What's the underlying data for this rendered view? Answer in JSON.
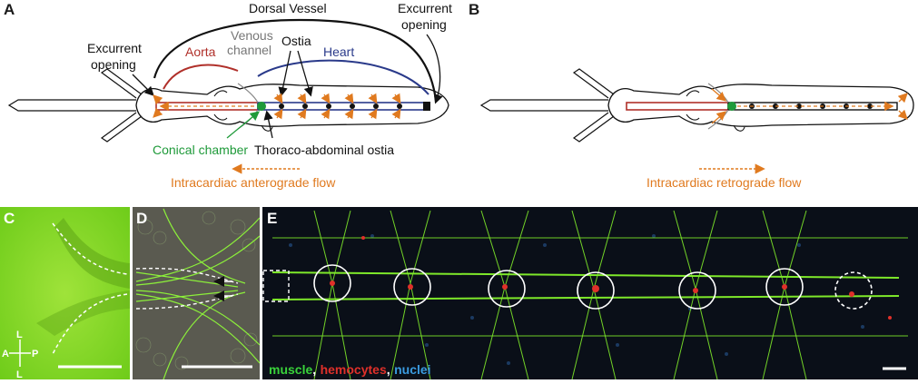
{
  "panels": {
    "A": {
      "letter": "A",
      "dorsal_vessel": "Dorsal Vessel",
      "excurrent_left_1": "Excurrent",
      "excurrent_left_2": "opening",
      "excurrent_right_1": "Excurrent",
      "excurrent_right_2": "opening",
      "aorta": "Aorta",
      "venous_1": "Venous",
      "venous_2": "channel",
      "ostia": "Ostia",
      "heart": "Heart",
      "conical_chamber": "Conical chamber",
      "thoraco_abdominal": "Thoraco-abdominal ostia",
      "flow": "Intracardiac anterograde flow"
    },
    "B": {
      "letter": "B",
      "flow": "Intracardiac retrograde flow"
    },
    "C": {
      "letter": "C",
      "axis_L_top": "L",
      "axis_A": "A",
      "axis_P": "P",
      "axis_L_bottom": "L"
    },
    "D": {
      "letter": "D"
    },
    "E": {
      "letter": "E",
      "legend_muscle": "muscle",
      "legend_sep1": ",",
      "legend_hemocytes": "hemocytes",
      "legend_sep2": ",",
      "legend_nuclei": "nuclei"
    }
  },
  "colors": {
    "aorta": "#b0302a",
    "heart": "#2a3a8a",
    "flow": "#e07a1f",
    "conical": "#1f9a3a",
    "muscle": "#39d23a",
    "hemocytes": "#e0302a",
    "nuclei": "#3a9be0"
  }
}
